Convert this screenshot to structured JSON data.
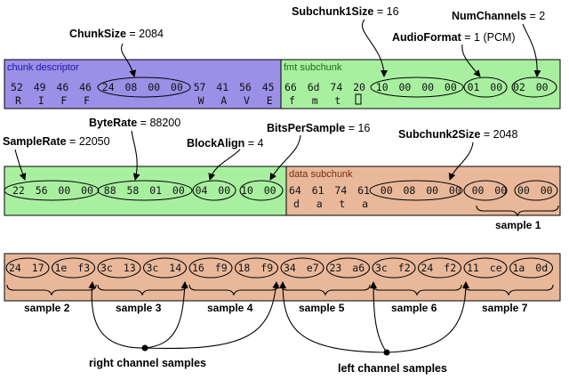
{
  "colors": {
    "chunk_descriptor": "#9b8fe8",
    "fmt_subchunk": "#a8f0a0",
    "data_subchunk": "#e9b89a",
    "chunk_descriptor_title": "#1a1aa8",
    "fmt_title": "#1d6b1d",
    "data_title": "#7a2a10"
  },
  "row1": {
    "chunk_descriptor": {
      "title": "chunk descriptor",
      "bytes": [
        "52",
        "49",
        "46",
        "46",
        "24",
        "08",
        "00",
        "00",
        "57",
        "41",
        "56",
        "45"
      ],
      "ascii": [
        "R",
        "I",
        "F",
        "F",
        "",
        "",
        "",
        "",
        "W",
        "A",
        "V",
        "E"
      ]
    },
    "fmt_subchunk": {
      "title": "fmt subchunk",
      "bytes": [
        "66",
        "6d",
        "74",
        "20",
        "10",
        "00",
        "00",
        "00",
        "01",
        "00",
        "02",
        "00"
      ],
      "ascii": [
        "f",
        "m",
        "t",
        ""
      ]
    }
  },
  "row2": {
    "fmt_bytes": [
      "22",
      "56",
      "00",
      "00",
      "88",
      "58",
      "01",
      "00",
      "04",
      "00",
      "10",
      "00"
    ],
    "data_subchunk": {
      "title": "data subchunk",
      "bytes": [
        "64",
        "61",
        "74",
        "61",
        "00",
        "08",
        "00",
        "00",
        "00",
        "00",
        "00",
        "00"
      ],
      "ascii": [
        "d",
        "a",
        "t",
        "a"
      ]
    }
  },
  "row3": {
    "bytes": [
      "24",
      "17",
      "1e",
      "f3",
      "3c",
      "13",
      "3c",
      "14",
      "16",
      "f9",
      "18",
      "f9",
      "34",
      "e7",
      "23",
      "a6",
      "3c",
      "f2",
      "24",
      "f2",
      "11",
      "ce",
      "1a",
      "0d"
    ]
  },
  "labels": {
    "chunk_size": {
      "name": "ChunkSize",
      "value": "2084"
    },
    "subchunk1_size": {
      "name": "Subchunk1Size",
      "value": "16"
    },
    "num_channels": {
      "name": "NumChannels",
      "value": "2"
    },
    "audio_format": {
      "name": "AudioFormat",
      "value": "1 (PCM)"
    },
    "byte_rate": {
      "name": "ByteRate",
      "value": "88200"
    },
    "sample_rate": {
      "name": "SampleRate",
      "value": "22050"
    },
    "bits_per_sample": {
      "name": "BitsPerSample",
      "value": "16"
    },
    "block_align": {
      "name": "BlockAlign",
      "value": "4"
    },
    "subchunk2_size": {
      "name": "Subchunk2Size",
      "value": "2048"
    }
  },
  "samples": [
    "sample 1",
    "sample 2",
    "sample 3",
    "sample 4",
    "sample 5",
    "sample 6",
    "sample 7"
  ],
  "channels": {
    "right": "right channel samples",
    "left": "left channel samples"
  }
}
